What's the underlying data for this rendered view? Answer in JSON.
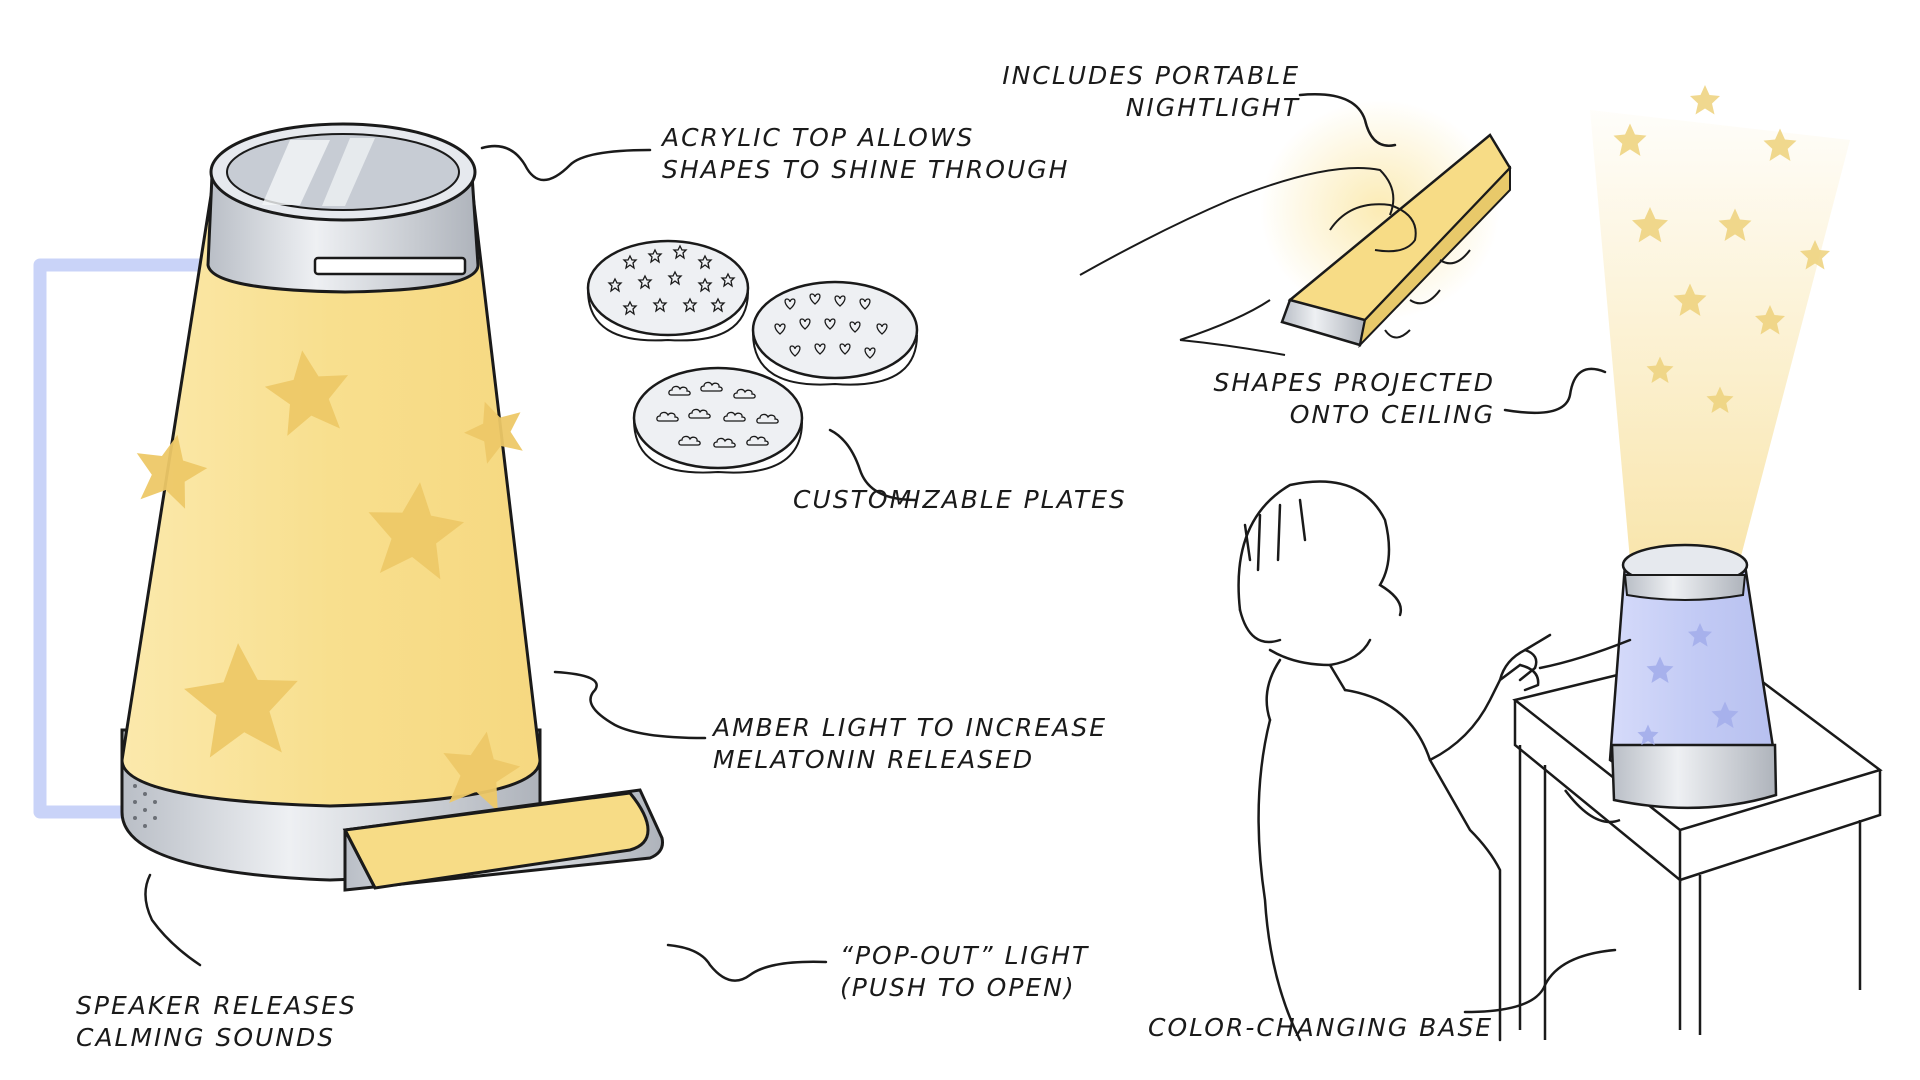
{
  "callouts": {
    "acrylic_top": [
      "ACRYLIC TOP ALLOWS",
      "SHAPES TO SHINE THROUGH"
    ],
    "portable_nightlight": [
      "INCLUDES PORTABLE",
      "NIGHTLIGHT"
    ],
    "shapes_projected": [
      "SHAPES PROJECTED",
      "ONTO CEILING"
    ],
    "customizable_plates": [
      "CUSTOMIZABLE PLATES"
    ],
    "amber_light": [
      "AMBER LIGHT TO INCREASE",
      "MELATONIN RELEASED"
    ],
    "pop_out_light": [
      "“POP-OUT” LIGHT",
      "(PUSH TO OPEN)"
    ],
    "speaker": [
      "SPEAKER RELEASES",
      "CALMING SOUNDS"
    ],
    "color_base": [
      "COLOR-CHANGING BASE"
    ]
  },
  "colors": {
    "amber": "#f7dc86",
    "amber_light": "#fbeab0",
    "star": "#efc86a",
    "frame": "#c9d3f8",
    "lamp_blue": "#c9d1f7",
    "silver": "#cfd3d9",
    "ink": "#1a1a1a"
  },
  "icons": {
    "star_shape": "star-icon",
    "heart_shape": "heart-icon",
    "cloud_shape": "cloud-icon"
  }
}
